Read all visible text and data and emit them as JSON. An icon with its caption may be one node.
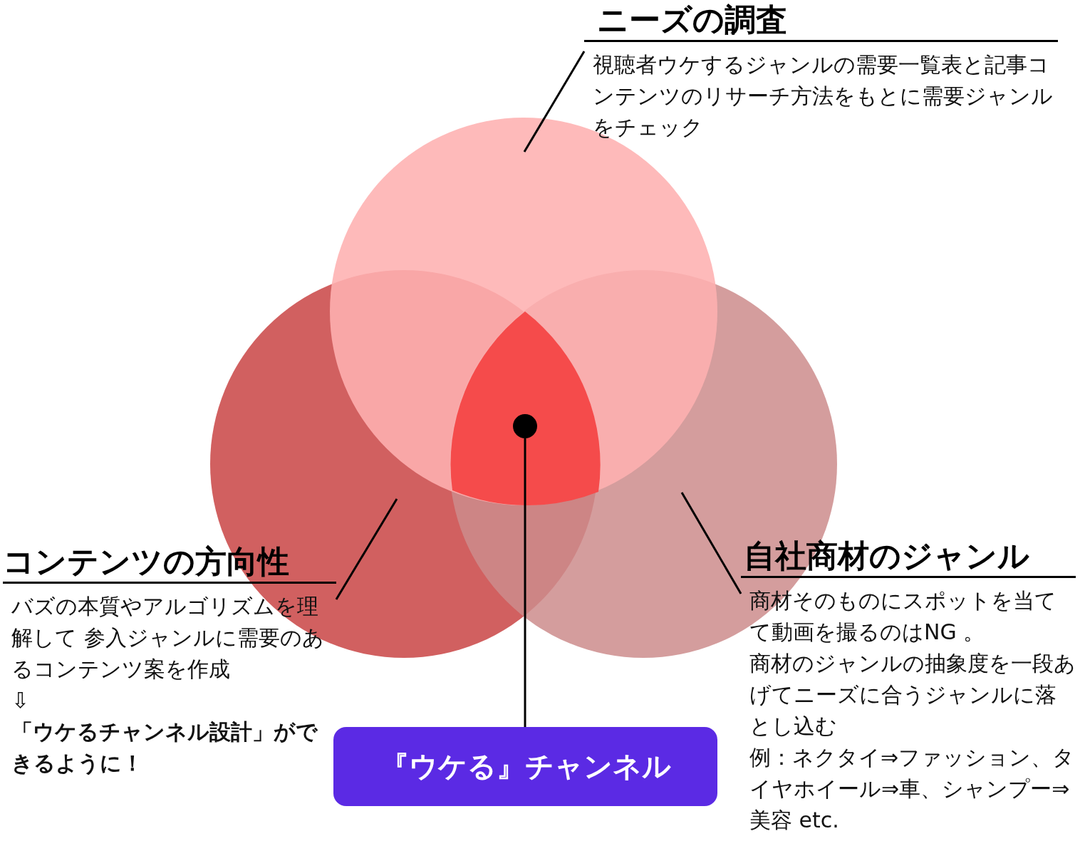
{
  "diagram": {
    "nodes": [
      {
        "text": [],
        "shape": "circle"
      },
      {
        "text": [],
        "shape": "circle"
      },
      {
        "text": [],
        "shape": "circle"
      },
      {
        "text": [],
        "shape": "circle"
      },
      {
        "text": [
          "ニーズの調査",
          "視聴者ウケするジャンルの需要一覧表と記事コンテンツのリサーチ方法をもとに需要ジャンルをチェック"
        ]
      },
      {
        "text": [
          "コンテンツの方向性",
          "バズの本質やアルゴリズムを理解して 参入ジャンルに需要のあるコンテンツ案を作成",
          "⇩",
          "「ウケるチャンネル設計」ができるように！"
        ]
      },
      {
        "text": [
          "自社商材のジャンル",
          "商材そのものにスポットを当てて動画を撮るのはNG 。",
          "商材のジャンルの抽象度を一段あげてニーズに合うジャンルに落とし込む",
          "例：ネクタイ⇒ファッション、タイヤホイール⇒車、シャンプー⇒美容 etc."
        ]
      },
      {
        "text": [
          "『ウケる』チャンネル"
        ]
      }
    ],
    "edges": [
      {
        "from": 4,
        "to": 0,
        "arrow": "none"
      },
      {
        "from": 5,
        "to": 1,
        "arrow": "none"
      },
      {
        "from": 6,
        "to": 2,
        "arrow": "none"
      },
      {
        "from": 3,
        "to": 7,
        "arrow": "none"
      }
    ]
  }
}
